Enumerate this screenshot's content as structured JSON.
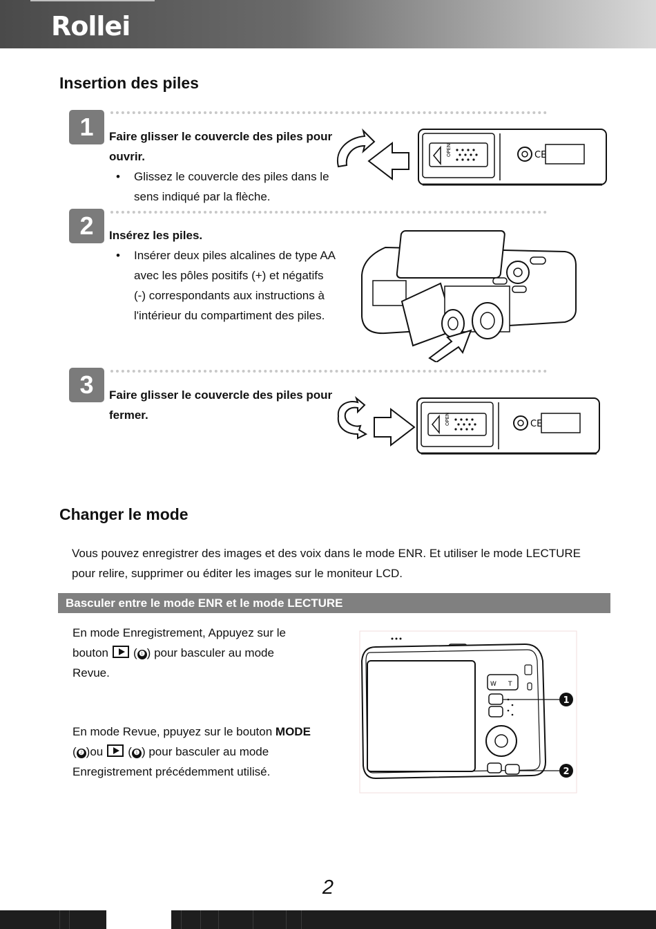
{
  "header": {
    "brand": "Rollei"
  },
  "battery_section": {
    "title": "Insertion des piles",
    "steps": [
      {
        "number": "1",
        "heading": "Faire glisser le couvercle des piles pour ouvrir.",
        "bullet": "Glissez le couvercle des piles dans le sens indiqué par la flèche."
      },
      {
        "number": "2",
        "heading": "Insérez les piles.",
        "bullet": "Insérer deux piles alcalines de type AA avec les pôles positifs (+) et négatifs (-) correspondants aux instructions à l'intérieur du compartiment des piles."
      },
      {
        "number": "3",
        "heading": "Faire glisser le couvercle des piles pour fermer.",
        "bullet": ""
      }
    ],
    "lid_label": "OPEN"
  },
  "mode_section": {
    "title": "Changer le mode",
    "intro": "Vous pouvez enregistrer des images et des voix dans le mode ENR. Et utiliser le mode LECTURE pour relire, supprimer ou éditer les images sur le moniteur LCD.",
    "band_title": "Basculer entre le mode ENR et le mode LECTURE",
    "p1": {
      "line1": "En mode Enregistrement, Appuyez sur le",
      "before": "bouton",
      "marker": "❶",
      "after": "pour basculer au mode",
      "line3": "Revue."
    },
    "p2": {
      "before": "En mode Revue, ppuyez sur le bouton",
      "bold": "MODE",
      "marker2": "❷",
      "ou": "ou",
      "marker1": "❶",
      "after": "pour basculer au mode",
      "line3": "Enregistrement précédemment utilisé."
    },
    "callouts": [
      "❶",
      "❷"
    ],
    "zoom_labels": {
      "w": "W",
      "t": "T"
    }
  },
  "footer": {
    "page_number": "2"
  }
}
